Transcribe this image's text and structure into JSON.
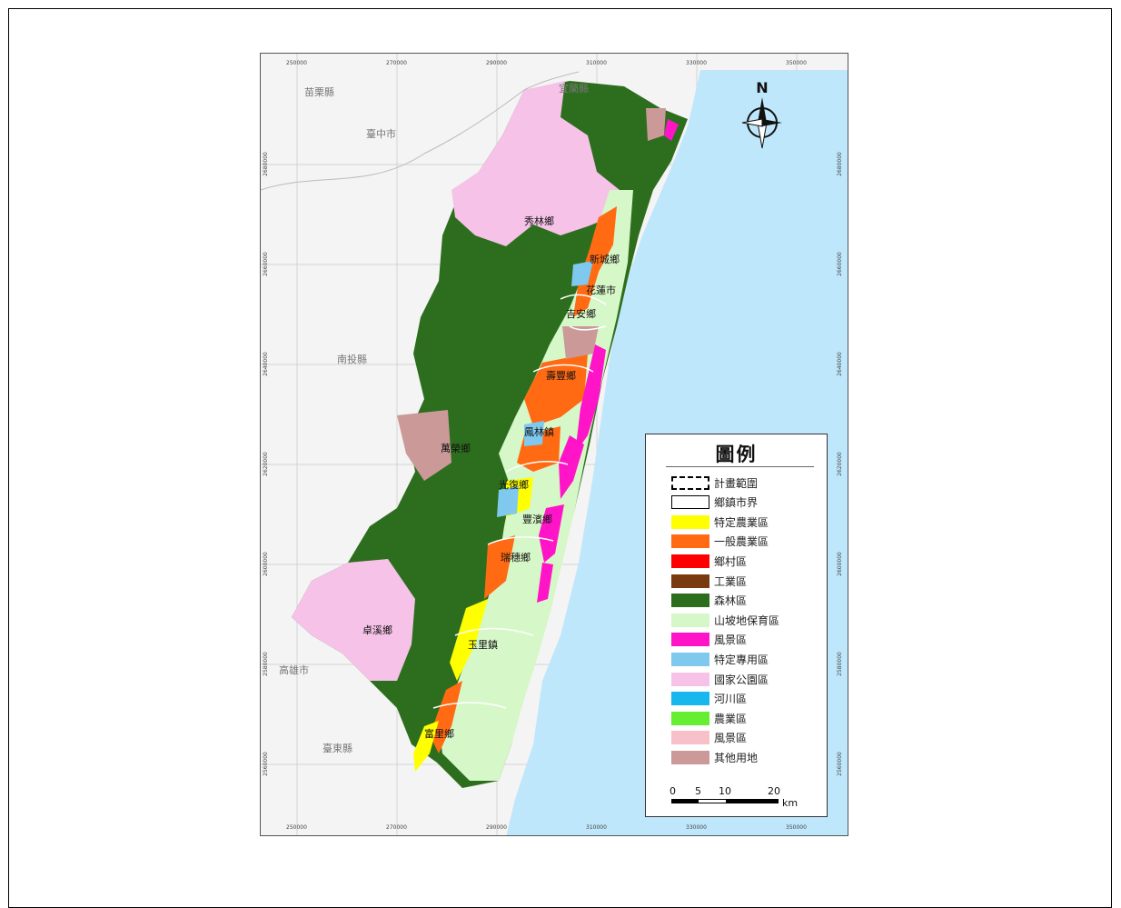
{
  "legend": {
    "title": "圖例",
    "items": [
      {
        "label": "計畫範圍",
        "color": "#ffffff",
        "style": "dashed"
      },
      {
        "label": "鄉鎮市界",
        "color": "#ffffff",
        "style": "outline"
      },
      {
        "label": "特定農業區",
        "color": "#ffff00",
        "style": "fill"
      },
      {
        "label": "一般農業區",
        "color": "#ff6a13",
        "style": "fill"
      },
      {
        "label": "鄉村區",
        "color": "#ff0000",
        "style": "fill"
      },
      {
        "label": "工業區",
        "color": "#7a3a10",
        "style": "fill"
      },
      {
        "label": "森林區",
        "color": "#2d6e1e",
        "style": "fill"
      },
      {
        "label": "山坡地保育區",
        "color": "#d6f7c8",
        "style": "fill"
      },
      {
        "label": "風景區",
        "color": "#ff14c8",
        "style": "fill"
      },
      {
        "label": "特定專用區",
        "color": "#7fc8ee",
        "style": "fill"
      },
      {
        "label": "國家公園區",
        "color": "#f6c2e8",
        "style": "fill"
      },
      {
        "label": "河川區",
        "color": "#18b8ef",
        "style": "fill"
      },
      {
        "label": "農業區",
        "color": "#66ee33",
        "style": "fill"
      },
      {
        "label": "風景區",
        "color": "#f8c0c8",
        "style": "fill"
      },
      {
        "label": "其他用地",
        "color": "#cc9999",
        "style": "fill"
      }
    ],
    "scale": {
      "ticks": [
        "0",
        "5",
        "10",
        "20"
      ],
      "unit": "km"
    }
  },
  "north_arrow": {
    "letter": "N",
    "icon": "compass-rose-icon"
  },
  "neighbor_labels": [
    "宜蘭縣",
    "苗栗縣",
    "臺中市",
    "南投縣",
    "高雄市",
    "臺東縣"
  ],
  "township_labels": [
    "秀林鄉",
    "新城鄉",
    "花蓮市",
    "吉安鄉",
    "壽豐鄉",
    "鳳林鎮",
    "萬榮鄉",
    "光復鄉",
    "豐濱鄉",
    "瑞穗鄉",
    "卓溪鄉",
    "玉里鎮",
    "富里鄉"
  ],
  "axis_ticks": {
    "x": [
      "250000",
      "270000",
      "290000",
      "310000",
      "330000",
      "350000"
    ],
    "y": [
      "2680000",
      "2660000",
      "2640000",
      "2620000",
      "2600000",
      "2580000",
      "2560000"
    ]
  },
  "colors": {
    "sea": "#bfe7fb",
    "land": "#f4f4f4",
    "forest": "#2d6e1e",
    "park": "#f6c2e8"
  }
}
